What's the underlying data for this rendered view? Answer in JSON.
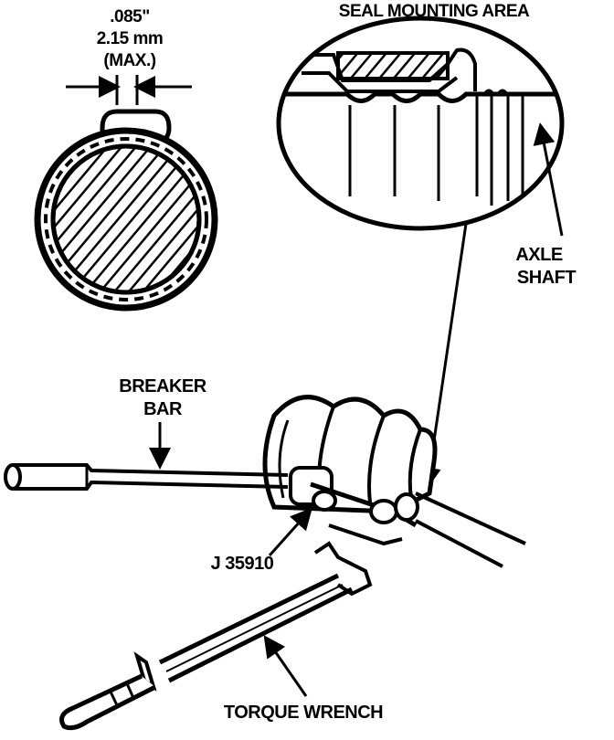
{
  "labels": {
    "dimension_in": ".085\"",
    "dimension_mm": "2.15 mm",
    "dimension_max": "(MAX.)",
    "seal_mounting_area": "SEAL MOUNTING AREA",
    "axle_line1": "AXLE",
    "axle_line2": "SHAFT",
    "breaker_line1": "BREAKER",
    "breaker_line2": "BAR",
    "tool_number": "J 35910",
    "torque_wrench": "TORQUE WRENCH"
  },
  "colors": {
    "ink": "#000000",
    "paper": "#ffffff"
  }
}
